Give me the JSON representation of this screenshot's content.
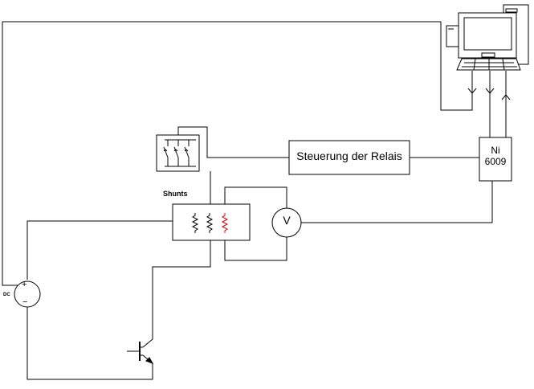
{
  "relay_control": {
    "label": "Steuerung der Relais"
  },
  "ni_device": {
    "line1": "Ni",
    "line2": "6009"
  },
  "voltmeter": {
    "label": "V"
  },
  "shunts": {
    "label": "Shunts"
  },
  "dc_source": {
    "label": "DC",
    "plus": "+",
    "minus": "−"
  },
  "colors": {
    "line": "#000000",
    "highlight_resistor": "#d00000",
    "background": "#ffffff"
  },
  "icons": {
    "computer": "computer-icon",
    "transistor": "transistor-symbol",
    "switch": "relay-switch-icon"
  }
}
